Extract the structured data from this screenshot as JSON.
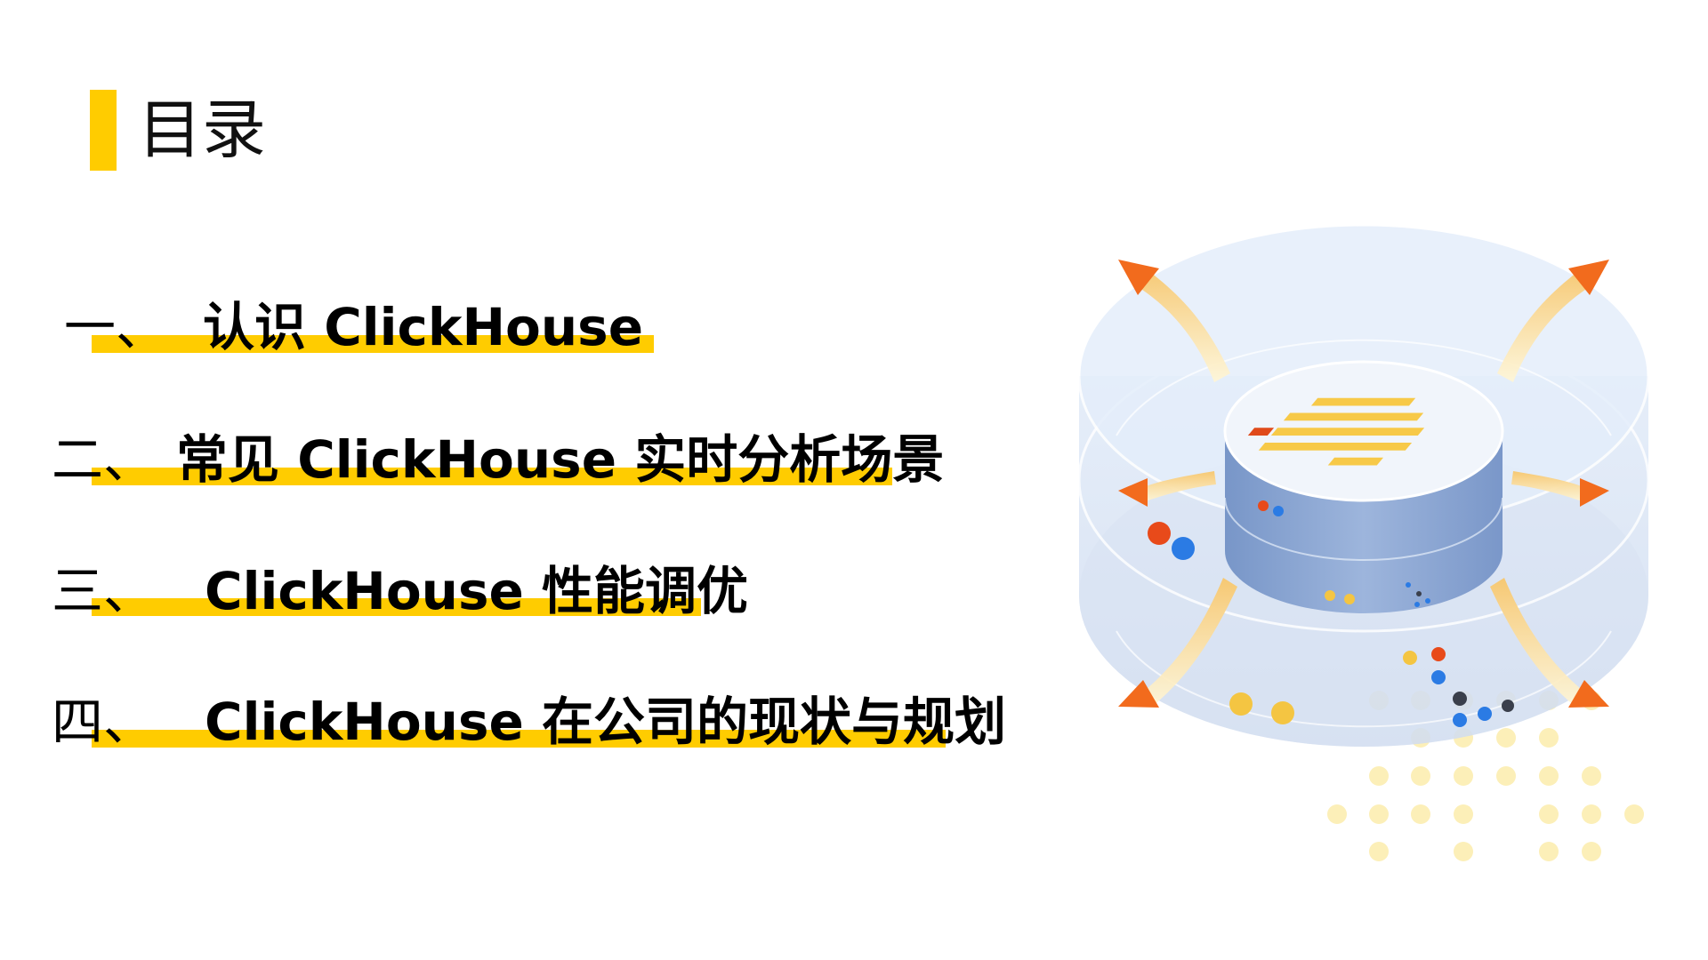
{
  "title": "目录",
  "toc": [
    {
      "number": "一、",
      "text": "认识  ClickHouse"
    },
    {
      "number": "二、",
      "text": "常见 ClickHouse 实时分析场景"
    },
    {
      "number": "三、",
      "text": "ClickHouse 性能调优"
    },
    {
      "number": "四、",
      "text": "ClickHouse 在公司的现状与规划"
    }
  ],
  "colors": {
    "accent": "#FFCC00",
    "text": "#000000",
    "arrow": "#F26B1D",
    "dot_blue": "#2B7BE4",
    "dot_red": "#E84A1A",
    "dot_dark": "#3A3F4B"
  },
  "illustration": {
    "icon": "database-cylinder-icon"
  }
}
